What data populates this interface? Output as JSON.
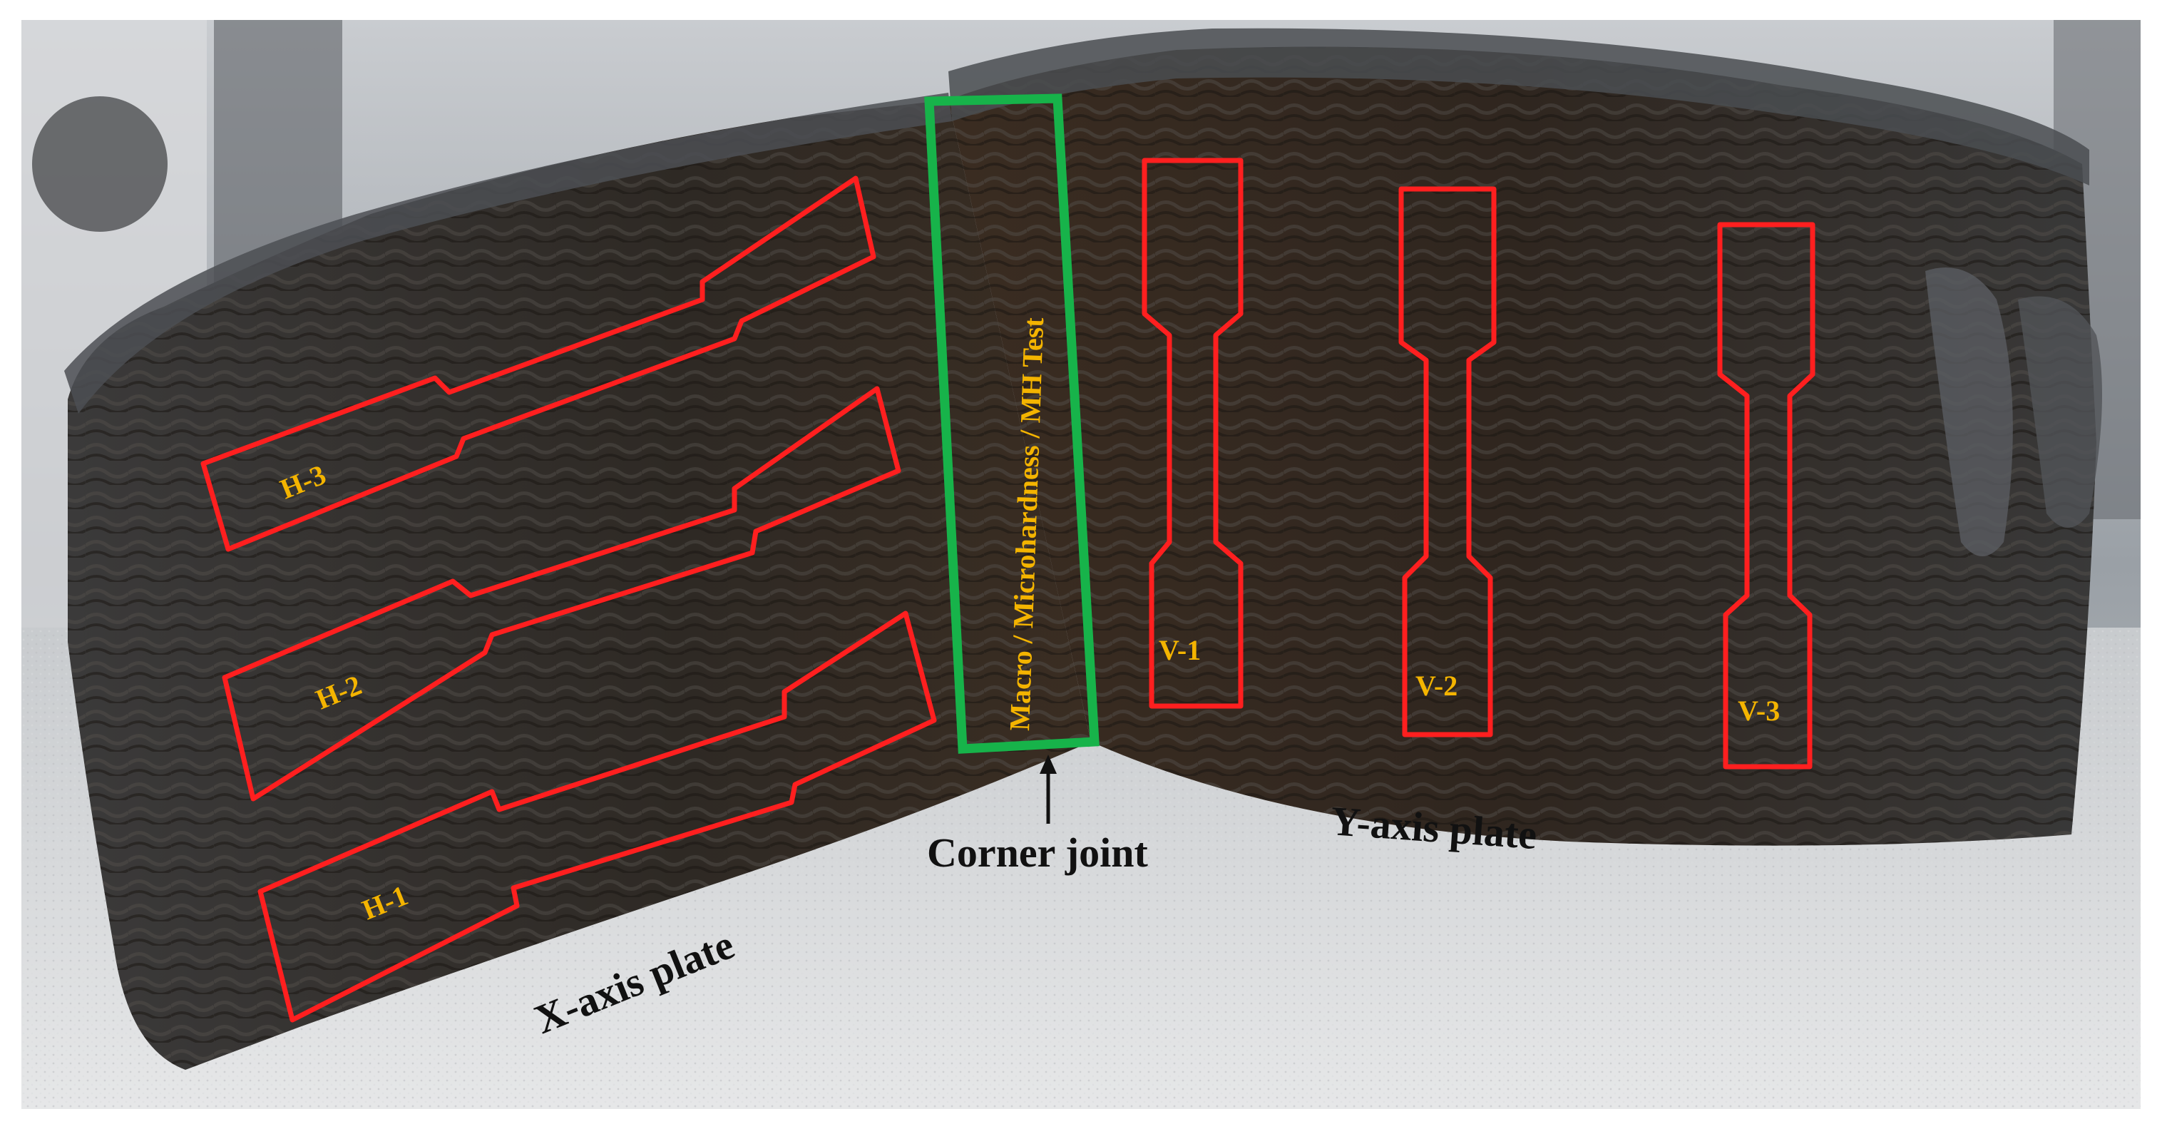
{
  "labels": {
    "x_plate": "X-axis plate",
    "y_plate": "Y-axis plate",
    "corner_joint": "Corner joint",
    "macro_test": "Macro / Microhardness / MH Test"
  },
  "specimens": {
    "horizontal": [
      "H-3",
      "H-2",
      "H-1"
    ],
    "vertical": [
      "V-1",
      "V-2",
      "V-3"
    ]
  },
  "colors": {
    "specimen_outline": "#ff1f1f",
    "macro_outline": "#17b34a",
    "specimen_label": "#f4b400",
    "plate_label": "#111111"
  }
}
